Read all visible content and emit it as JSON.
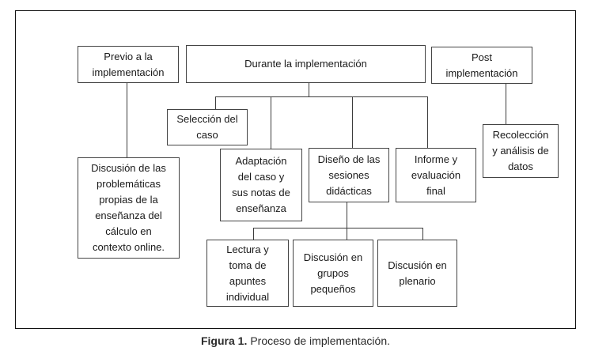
{
  "figure": {
    "boxes": [
      {
        "id": "previo",
        "label": "Previo a la\nimplementación"
      },
      {
        "id": "durante",
        "label": "Durante la implementación"
      },
      {
        "id": "post",
        "label": "Post\nimplementación"
      },
      {
        "id": "seleccion",
        "label": "Selección del\ncaso"
      },
      {
        "id": "discusion",
        "label": "Discusión de las\nproblemáticas\npropias de la\nenseñanza del\ncálculo en\ncontexto online."
      },
      {
        "id": "adaptacion",
        "label": "Adaptación\ndel caso y\nsus notas de\nenseñanza"
      },
      {
        "id": "diseno",
        "label": "Diseño de las\nsesiones\ndidácticas"
      },
      {
        "id": "informe",
        "label": "Informe y\nevaluación\nfinal"
      },
      {
        "id": "recoleccion",
        "label": "Recolección\ny análisis de\ndatos"
      },
      {
        "id": "lectura",
        "label": "Lectura y\ntoma de\napuntes\nindividual"
      },
      {
        "id": "grupos",
        "label": "Discusión en\ngrupos\npequeños"
      },
      {
        "id": "plenario",
        "label": "Discusión en\nplenario"
      }
    ],
    "caption": {
      "label": "Figura 1.",
      "text": "Proceso de implementación."
    },
    "colors": {
      "background": "#ffffff",
      "frame_border": "#111111",
      "box_border": "#444444",
      "connector": "#3c3c3c",
      "text": "#1a1a1a"
    }
  }
}
